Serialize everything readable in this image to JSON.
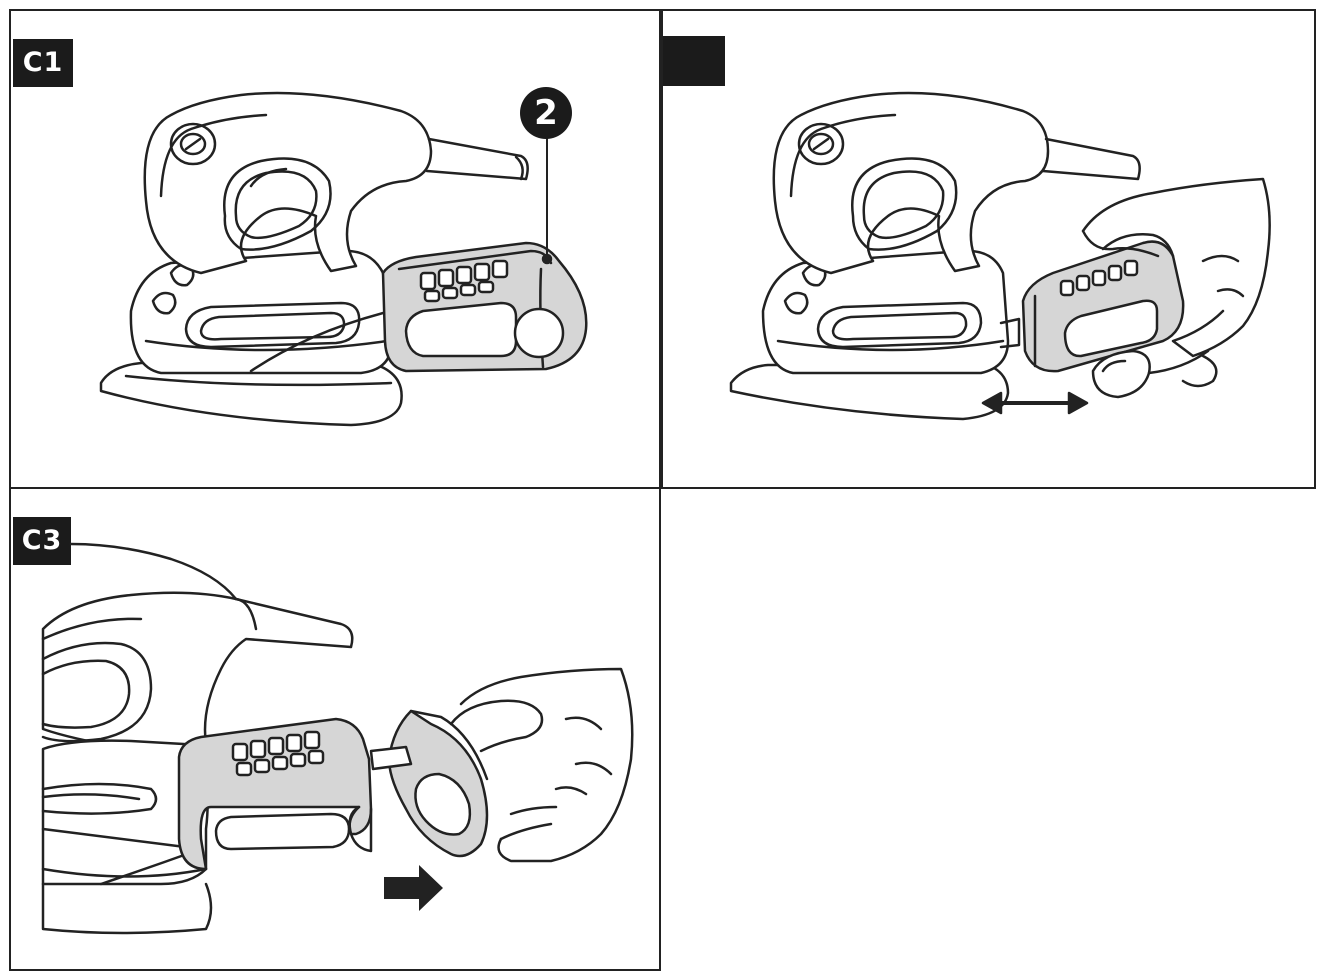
{
  "panels": [
    {
      "label": "C1",
      "callout": "2"
    },
    {
      "label": ""
    },
    {
      "label": "C3"
    }
  ],
  "colors": {
    "ink": "#222222",
    "label_bg": "#1b1b1b",
    "label_text": "#ffffff",
    "dust_box": "#d6d6d6"
  }
}
